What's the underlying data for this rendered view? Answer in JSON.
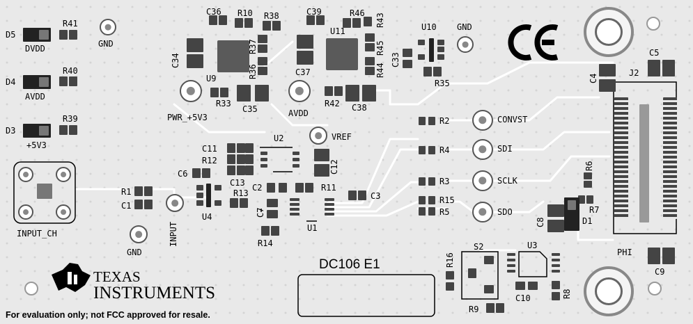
{
  "board": {
    "name": "DC106 E1",
    "disclaimer": "For evaluation only; not FCC approved for resale.",
    "brand_line1": "TEXAS",
    "brand_line2": "INSTRUMENTS",
    "ce_mark": "CE"
  },
  "colors": {
    "board": "#e9e9e9",
    "silkscreen": "#000000",
    "pad": "#444444",
    "trace": "#ffffff",
    "via": "#d0d0d0"
  },
  "icons": [
    "ti-logo-icon",
    "ce-mark-icon",
    "test-point-icon",
    "mounting-hole-icon"
  ],
  "labels": {
    "d5": "D5",
    "dvdd": "DVDD",
    "r41": "R41",
    "gnd_top": "GND",
    "d4": "D4",
    "avdd_led": "AVDD",
    "r40": "R40",
    "d3": "D3",
    "p5v3": "+5V3",
    "r39": "R39",
    "c36": "C36",
    "r10": "R10",
    "r38": "R38",
    "c34": "C34",
    "r37": "R37",
    "r36": "R36",
    "u9": "U9",
    "r33": "R33",
    "c35": "C35",
    "pwr": "PWR_+5V3",
    "c39": "C39",
    "r46": "R46",
    "r43": "R43",
    "u11": "U11",
    "r45": "R45",
    "r44": "R44",
    "c37": "C37",
    "r42": "R42",
    "c38": "C38",
    "avdd_tp": "AVDD",
    "u10": "U10",
    "gnd_u10": "GND",
    "c33": "C33",
    "r35": "R35",
    "c4": "C4",
    "j2": "J2",
    "c5": "C5",
    "u2": "U2",
    "vref": "VREF",
    "c11": "C11",
    "r12": "R12",
    "c6": "C6",
    "c13": "C13",
    "c12": "C12",
    "c2": "C2",
    "r11": "R11",
    "c3": "C3",
    "r1": "R1",
    "c1": "C1",
    "r13": "R13",
    "u4": "U4",
    "c7": "C7",
    "r14": "R14",
    "u1": "U1",
    "input_ch": "INPUT_CH",
    "gnd_bottom": "GND",
    "input": "INPUT",
    "r2": "R2",
    "convst": "CONVST",
    "r4": "R4",
    "sdi": "SDI",
    "r3": "R3",
    "sclk": "SCLK",
    "r15": "R15",
    "r5": "R5",
    "sdo": "SDO",
    "r6": "R6",
    "r7": "R7",
    "c8": "C8",
    "d1": "D1",
    "r16": "R16",
    "s2": "S2",
    "u3": "U3",
    "c10": "C10",
    "r8": "R8",
    "r9": "R9",
    "phi": "PHI",
    "c9": "C9"
  }
}
